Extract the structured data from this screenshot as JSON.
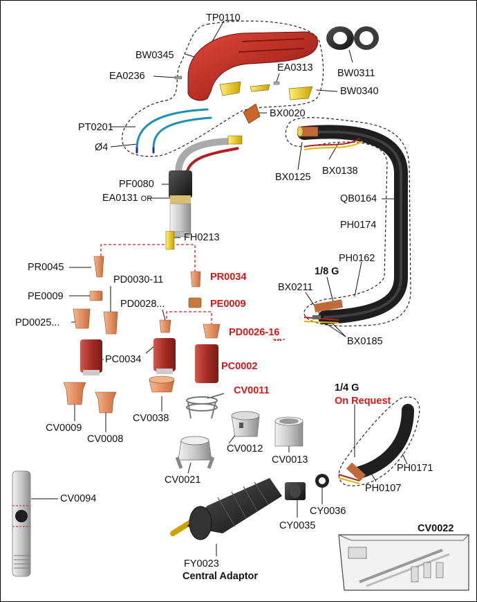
{
  "parts": {
    "tp0110": "TP0110",
    "bw0345": "BW0345",
    "ea0236": "EA0236",
    "ea0313": "EA0313",
    "bw0311": "BW0311",
    "bw0340": "BW0340",
    "bx0020": "BX0020",
    "pt0201": "PT0201",
    "dia4": "Ø4",
    "bx0125": "BX0125",
    "bx0138": "BX0138",
    "pf0080": "PF0080",
    "ea0131": "EA0131",
    "or_note": "OR",
    "qb0164": "QB0164",
    "ph0174": "PH0174",
    "fh0213": "FH0213",
    "pr0045": "PR0045",
    "pr0034": "PR0034",
    "ph0162": "PH0162",
    "eighth_g": "1/8 G",
    "pe0009_left": "PE0009",
    "pd0030": "PD0030-11",
    "pe0009_red": "PE0009",
    "bx0211": "BX0211",
    "pd0028": "PD0028...",
    "pd0025": "PD0025...",
    "pd0026": "PD0026-16",
    "bx0185": "BX0185",
    "pc0034": "PC0034",
    "pc0002": "PC0002",
    "cv0011": "CV0011",
    "quarter_g": "1/4 G",
    "on_request": "On Request",
    "cv0009": "CV0009",
    "cv0038": "CV0038",
    "cv0008": "CV0008",
    "cv0012": "CV0012",
    "ph0171": "PH0171",
    "cv0013": "CV0013",
    "cv0021": "CV0021",
    "ph0107": "PH0107",
    "cv0094": "CV0094",
    "cy0036": "CY0036",
    "cy0035": "CY0035",
    "cv0022": "CV0022",
    "fy0023": "FY0023",
    "central_adaptor": "Central Adaptor",
    "more_dots": "..."
  },
  "colors": {
    "handle_red": "#c8251c",
    "copper": "#e89a6a",
    "ceramic_red": "#b53a30",
    "cable_black": "#2a2a2a",
    "label_red": "#d11a1a"
  }
}
